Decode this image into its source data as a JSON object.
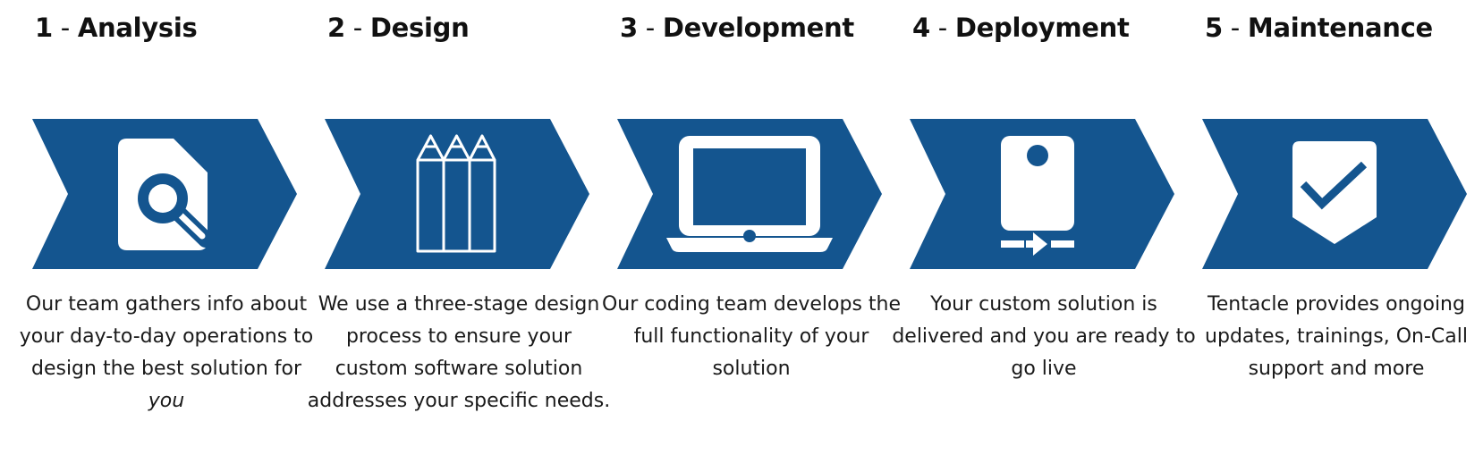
{
  "colors": {
    "chevron": "#14558f",
    "icon": "#ffffff",
    "text": "#1a1a1a"
  },
  "steps": [
    {
      "number": "1",
      "name": "Analysis",
      "icon": "document-search-icon",
      "description": "Our team gathers info about your day-to-day operations to design the best solution for",
      "description_emphasis": "you"
    },
    {
      "number": "2",
      "name": "Design",
      "icon": "pencils-icon",
      "description": "We use a three-stage design process to ensure your custom software solution addresses your specific needs."
    },
    {
      "number": "3",
      "name": "Development",
      "icon": "laptop-icon",
      "description": "Our coding team develops the full functionality of your solution"
    },
    {
      "number": "4",
      "name": "Deployment",
      "icon": "device-transfer-icon",
      "description": "Your custom solution is delivered and you are ready to go live"
    },
    {
      "number": "5",
      "name": "Maintenance",
      "icon": "shield-check-icon",
      "description": "Tentacle provides ongoing updates, trainings, On-Call support and more"
    }
  ]
}
